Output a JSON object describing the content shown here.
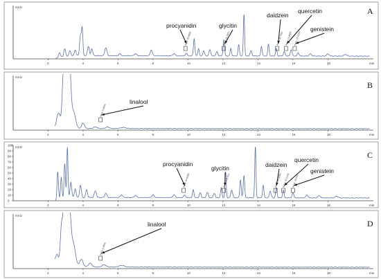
{
  "chart_data": [
    {
      "type": "line",
      "panel_label": "A",
      "ylabel": "mAU",
      "xlabel": "min",
      "xlim": [
        0,
        20.6
      ],
      "ylim": [
        0,
        100
      ],
      "y_ticks": [],
      "x_ticks": [
        2,
        4,
        6,
        8,
        10,
        12,
        14,
        16,
        18
      ],
      "baseline": 6,
      "peaks": [
        [
          2.65,
          8,
          0.05
        ],
        [
          2.95,
          14,
          0.05
        ],
        [
          3.25,
          10,
          0.05
        ],
        [
          3.55,
          11,
          0.05
        ],
        [
          3.85,
          38,
          0.05
        ],
        [
          3.95,
          48,
          0.04
        ],
        [
          4.3,
          18,
          0.05
        ],
        [
          4.5,
          13,
          0.05
        ],
        [
          5.3,
          15,
          0.06
        ],
        [
          6.1,
          4,
          0.06
        ],
        [
          7.0,
          4,
          0.07
        ],
        [
          7.9,
          11,
          0.06
        ],
        [
          9.2,
          4,
          0.07
        ],
        [
          9.9,
          5,
          0.05
        ],
        [
          10.35,
          32,
          0.04
        ],
        [
          10.6,
          14,
          0.04
        ],
        [
          10.9,
          9,
          0.05
        ],
        [
          11.25,
          12,
          0.05
        ],
        [
          11.65,
          8,
          0.05
        ],
        [
          12.05,
          30,
          0.04
        ],
        [
          12.45,
          14,
          0.04
        ],
        [
          12.9,
          21,
          0.04
        ],
        [
          13.2,
          78,
          0.035
        ],
        [
          13.6,
          10,
          0.05
        ],
        [
          14.2,
          18,
          0.04
        ],
        [
          14.6,
          22,
          0.04
        ],
        [
          15.05,
          14,
          0.04
        ],
        [
          15.5,
          8,
          0.05
        ],
        [
          15.9,
          12,
          0.05
        ],
        [
          16.3,
          6,
          0.05
        ],
        [
          17.0,
          4,
          0.06
        ],
        [
          18.0,
          4,
          0.07
        ],
        [
          19.0,
          3,
          0.08
        ]
      ],
      "compounds": [
        {
          "name": "procyanidin",
          "retention_time": 9.85,
          "peak_label": "Area: 63.6805"
        },
        {
          "name": "glycitin",
          "retention_time": 12.05,
          "peak_label": "Area: 15.1802"
        },
        {
          "name": "daidzein",
          "retention_time": 15.1,
          "peak_label": "Area: 35.7962"
        },
        {
          "name": "quercetin",
          "retention_time": 15.6,
          "peak_label": "Area: 14.8809"
        },
        {
          "name": "genistein",
          "retention_time": 16.1,
          "peak_label": "Area: 10.4259"
        }
      ]
    },
    {
      "type": "line",
      "panel_label": "B",
      "ylabel": "mAU",
      "xlabel": "min",
      "xlim": [
        0,
        20.6
      ],
      "ylim": [
        0,
        100
      ],
      "y_ticks": [],
      "x_ticks": [
        2,
        4,
        6,
        8,
        10,
        12,
        14,
        16,
        18
      ],
      "baseline": 3,
      "peaks": [
        [
          2.6,
          30,
          0.12
        ],
        [
          2.85,
          60,
          0.06
        ],
        [
          3.0,
          150,
          0.09
        ],
        [
          3.2,
          130,
          0.09
        ],
        [
          3.45,
          30,
          0.12
        ],
        [
          4.0,
          10,
          0.08
        ],
        [
          4.7,
          3,
          0.1
        ],
        [
          5.4,
          3,
          0.1
        ],
        [
          6.3,
          2,
          0.15
        ]
      ],
      "compounds": [
        {
          "name": "linalool",
          "retention_time": 5.0,
          "peak_label": "Area: 0.5564"
        }
      ]
    },
    {
      "type": "line",
      "panel_label": "C",
      "ylabel": "mAU",
      "xlabel": "min",
      "xlim": [
        0,
        20.6
      ],
      "ylim": [
        0,
        100
      ],
      "y_ticks": [
        0,
        10,
        20,
        30,
        40,
        50,
        60,
        70,
        80,
        90,
        100
      ],
      "x_ticks": [
        2,
        4,
        6,
        8,
        10,
        12,
        14,
        16,
        18
      ],
      "baseline": 6,
      "peaks": [
        [
          2.55,
          50,
          0.04
        ],
        [
          2.75,
          38,
          0.04
        ],
        [
          2.95,
          62,
          0.04
        ],
        [
          3.1,
          92,
          0.035
        ],
        [
          3.3,
          28,
          0.05
        ],
        [
          3.55,
          16,
          0.05
        ],
        [
          3.85,
          22,
          0.05
        ],
        [
          4.2,
          14,
          0.05
        ],
        [
          4.7,
          12,
          0.06
        ],
        [
          5.3,
          8,
          0.06
        ],
        [
          6.2,
          5,
          0.07
        ],
        [
          7.0,
          4,
          0.07
        ],
        [
          8.0,
          5,
          0.07
        ],
        [
          9.2,
          5,
          0.07
        ],
        [
          9.8,
          5,
          0.05
        ],
        [
          10.3,
          15,
          0.04
        ],
        [
          10.7,
          9,
          0.05
        ],
        [
          11.1,
          10,
          0.05
        ],
        [
          11.5,
          8,
          0.05
        ],
        [
          11.9,
          18,
          0.04
        ],
        [
          12.15,
          47,
          0.035
        ],
        [
          12.5,
          14,
          0.05
        ],
        [
          13.0,
          32,
          0.04
        ],
        [
          13.2,
          40,
          0.04
        ],
        [
          13.85,
          92,
          0.035
        ],
        [
          14.3,
          22,
          0.04
        ],
        [
          14.7,
          12,
          0.05
        ],
        [
          15.05,
          18,
          0.04
        ],
        [
          15.45,
          14,
          0.04
        ],
        [
          16.0,
          9,
          0.05
        ],
        [
          16.8,
          5,
          0.06
        ],
        [
          17.5,
          4,
          0.07
        ],
        [
          18.5,
          3,
          0.08
        ]
      ],
      "compounds": [
        {
          "name": "procyanidin",
          "retention_time": 9.75,
          "peak_label": "Area: 44.8389"
        },
        {
          "name": "glycitin",
          "retention_time": 12.05,
          "peak_label": "Area: 106.612"
        },
        {
          "name": "daidzein",
          "retention_time": 15.0,
          "peak_label": "Area: 54.3989"
        },
        {
          "name": "quercetin",
          "retention_time": 15.45,
          "peak_label": "Area: 23.2104"
        },
        {
          "name": "genistein",
          "retention_time": 16.0,
          "peak_label": "Area: 18.0907"
        }
      ]
    },
    {
      "type": "line",
      "panel_label": "D",
      "ylabel": "mAU",
      "xlabel": "min",
      "xlim": [
        0,
        20.6
      ],
      "ylim": [
        0,
        100
      ],
      "y_ticks": [],
      "x_ticks": [
        2,
        4,
        6,
        8,
        10,
        12,
        14,
        16,
        18
      ],
      "baseline": 3,
      "peaks": [
        [
          2.5,
          25,
          0.12
        ],
        [
          2.75,
          55,
          0.06
        ],
        [
          2.95,
          150,
          0.1
        ],
        [
          3.2,
          110,
          0.1
        ],
        [
          3.45,
          40,
          0.12
        ],
        [
          3.9,
          14,
          0.1
        ],
        [
          4.4,
          7,
          0.1
        ],
        [
          5.2,
          4,
          0.12
        ],
        [
          6.2,
          3,
          0.15
        ]
      ],
      "compounds": [
        {
          "name": "linalool",
          "retention_time": 5.0,
          "peak_label": "Area: 0.3869"
        }
      ]
    }
  ]
}
